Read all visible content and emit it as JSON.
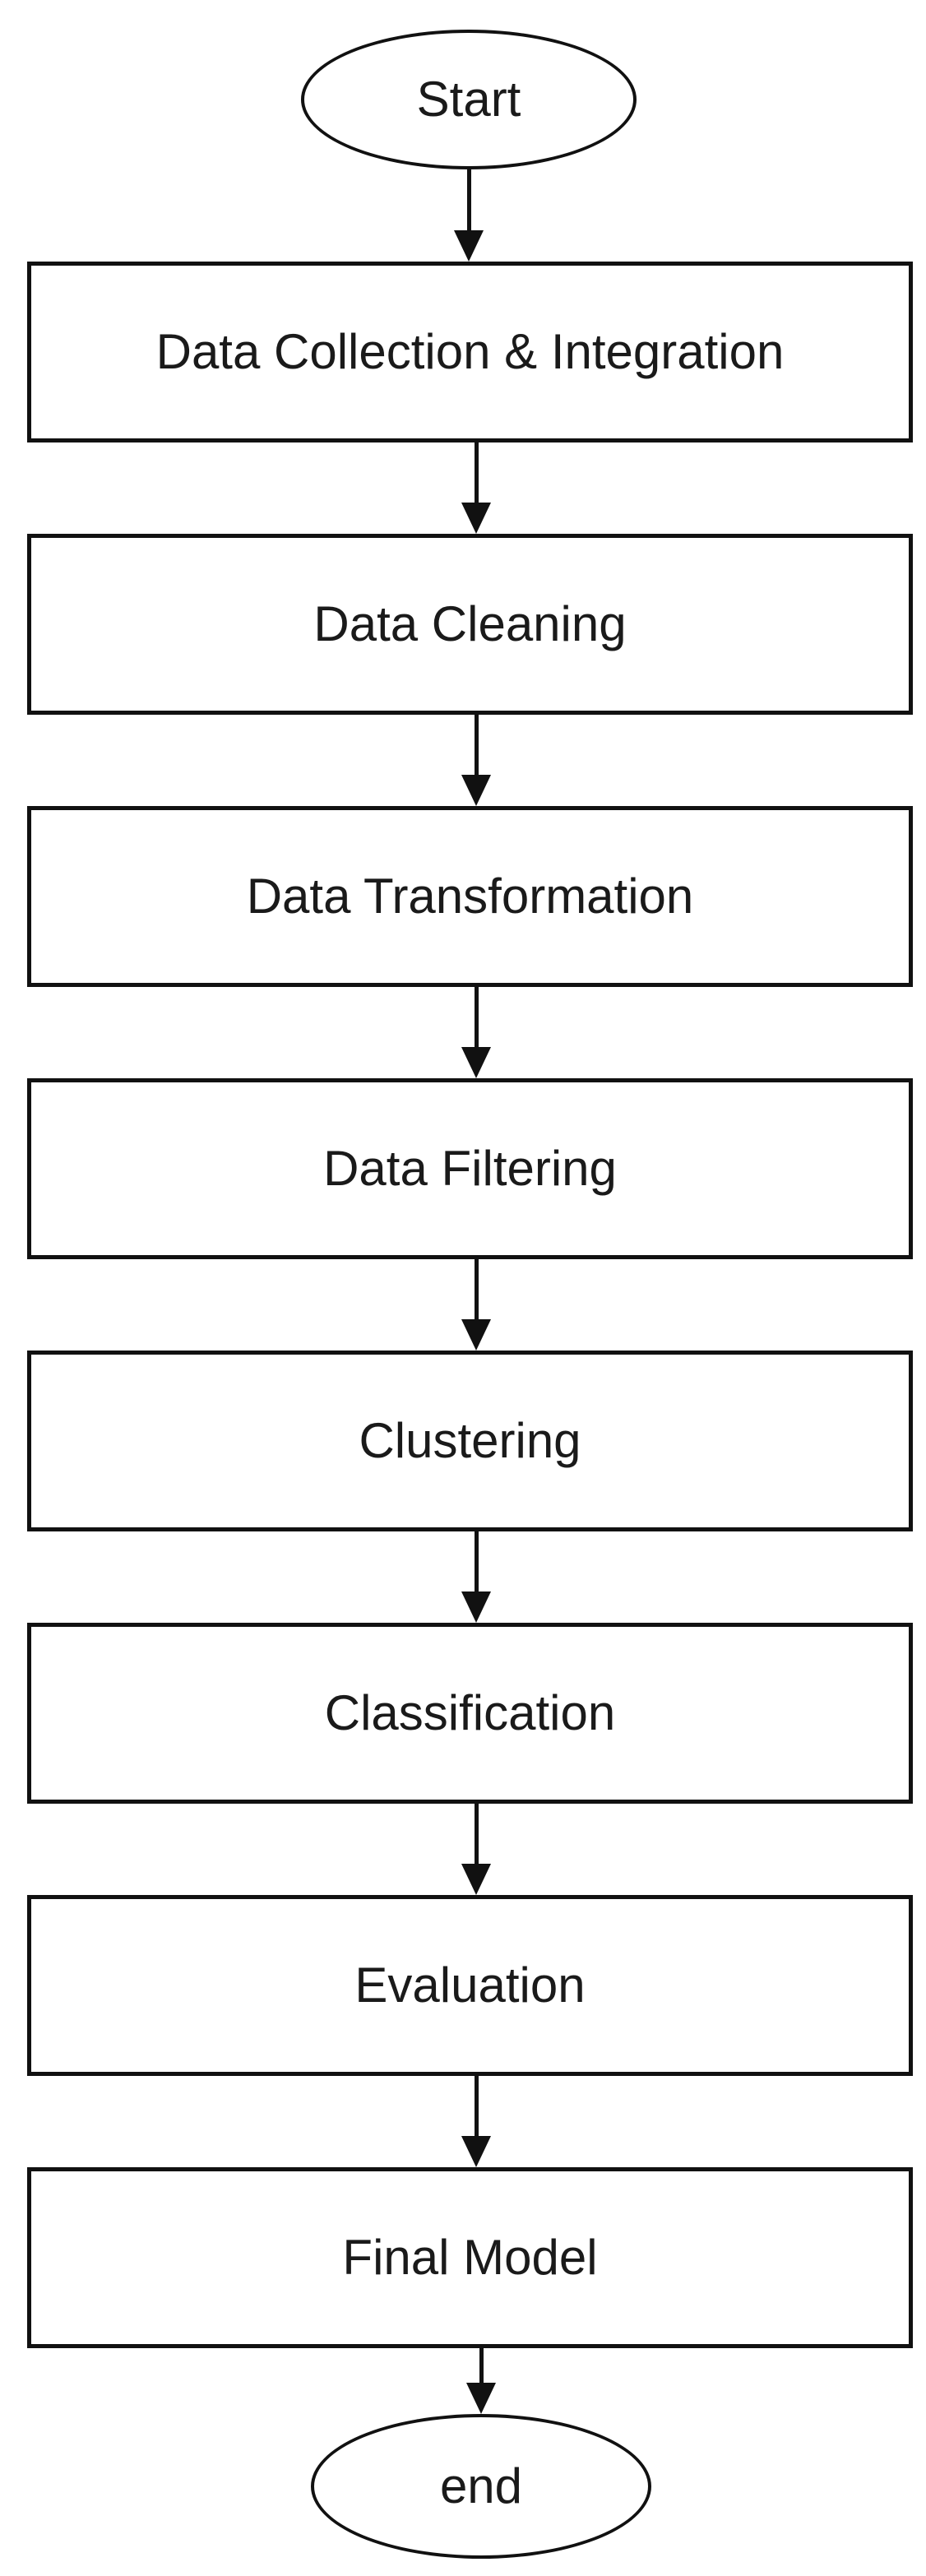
{
  "diagram": {
    "type": "flowchart",
    "direction": "top-to-bottom",
    "colors": {
      "background": "#ffffff",
      "stroke": "#111111",
      "node_fill": "#ffffff",
      "text": "#1a1a1a"
    },
    "nodes": [
      {
        "id": "start",
        "shape": "ellipse",
        "label": "Start"
      },
      {
        "id": "data-collection-integration",
        "shape": "rectangle",
        "label": "Data Collection & Integration"
      },
      {
        "id": "data-cleaning",
        "shape": "rectangle",
        "label": "Data Cleaning"
      },
      {
        "id": "data-transformation",
        "shape": "rectangle",
        "label": "Data Transformation"
      },
      {
        "id": "data-filtering",
        "shape": "rectangle",
        "label": "Data Filtering"
      },
      {
        "id": "clustering",
        "shape": "rectangle",
        "label": "Clustering"
      },
      {
        "id": "classification",
        "shape": "rectangle",
        "label": "Classification"
      },
      {
        "id": "evaluation",
        "shape": "rectangle",
        "label": "Evaluation"
      },
      {
        "id": "final-model",
        "shape": "rectangle",
        "label": "Final Model"
      },
      {
        "id": "end",
        "shape": "ellipse",
        "label": "end"
      }
    ],
    "edges": [
      {
        "from": "start",
        "to": "data-collection-integration"
      },
      {
        "from": "data-collection-integration",
        "to": "data-cleaning"
      },
      {
        "from": "data-cleaning",
        "to": "data-transformation"
      },
      {
        "from": "data-transformation",
        "to": "data-filtering"
      },
      {
        "from": "data-filtering",
        "to": "clustering"
      },
      {
        "from": "clustering",
        "to": "classification"
      },
      {
        "from": "classification",
        "to": "evaluation"
      },
      {
        "from": "evaluation",
        "to": "final-model"
      },
      {
        "from": "final-model",
        "to": "end"
      }
    ]
  }
}
